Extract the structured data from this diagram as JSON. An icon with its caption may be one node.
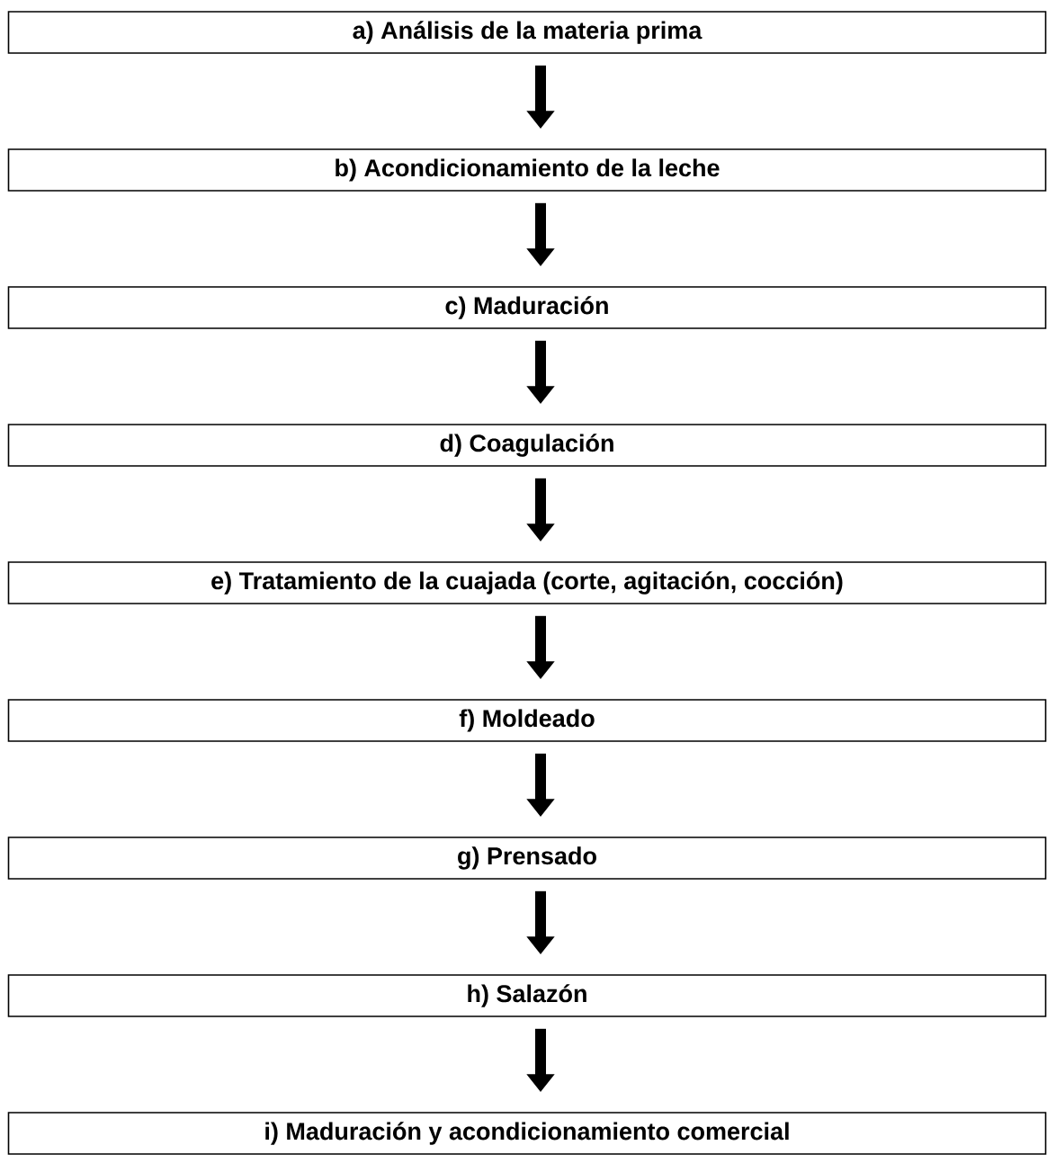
{
  "diagram": {
    "nodes": [
      {
        "text": [
          "a) Análisis de la materia prima"
        ]
      },
      {
        "text": [
          "b) Acondicionamiento de la leche"
        ]
      },
      {
        "text": [
          "c) Maduración"
        ]
      },
      {
        "text": [
          "d) Coagulación"
        ]
      },
      {
        "text": [
          "e) Tratamiento de la cuajada (corte, agitación, cocción)"
        ]
      },
      {
        "text": [
          "f) Moldeado"
        ]
      },
      {
        "text": [
          "g) Prensado"
        ]
      },
      {
        "text": [
          "h) Salazón"
        ]
      },
      {
        "text": [
          "i) Maduración y acondicionamiento comercial"
        ]
      }
    ],
    "edges": [
      {
        "from": 0,
        "to": 1,
        "arrow": "to"
      },
      {
        "from": 1,
        "to": 2,
        "arrow": "to"
      },
      {
        "from": 2,
        "to": 3,
        "arrow": "to"
      },
      {
        "from": 3,
        "to": 4,
        "arrow": "to"
      },
      {
        "from": 4,
        "to": 5,
        "arrow": "to"
      },
      {
        "from": 5,
        "to": 6,
        "arrow": "to"
      },
      {
        "from": 6,
        "to": 7,
        "arrow": "to"
      },
      {
        "from": 7,
        "to": 8,
        "arrow": "to"
      }
    ]
  }
}
